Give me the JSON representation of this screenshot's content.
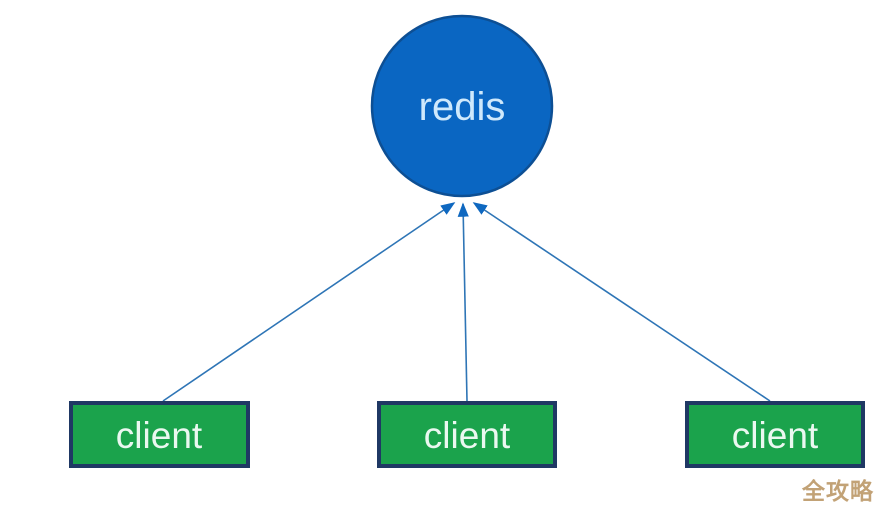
{
  "diagram": {
    "type": "topology",
    "server_node": {
      "label": "redis",
      "shape": "circle"
    },
    "client_nodes": [
      {
        "label": "client",
        "shape": "rect"
      },
      {
        "label": "client",
        "shape": "rect"
      },
      {
        "label": "client",
        "shape": "rect"
      }
    ],
    "edges": [
      {
        "from": "client-1",
        "to": "redis",
        "arrow": "into-redis"
      },
      {
        "from": "client-2",
        "to": "redis",
        "arrow": "into-redis"
      },
      {
        "from": "client-3",
        "to": "redis",
        "arrow": "into-redis"
      }
    ]
  },
  "watermark": {
    "text": "全攻略"
  },
  "colors": {
    "server_fill": "#0a66c2",
    "server_stroke": "#0d4f94",
    "server_text": "#cfe9fc",
    "client_fill": "#1ba34c",
    "client_stroke": "#1f3864",
    "client_text": "#eaf8f0",
    "edge_color": "#2e75b6",
    "arrow_color": "#0f68c0",
    "watermark_color": "#c2a276",
    "bg": "#ffffff"
  }
}
